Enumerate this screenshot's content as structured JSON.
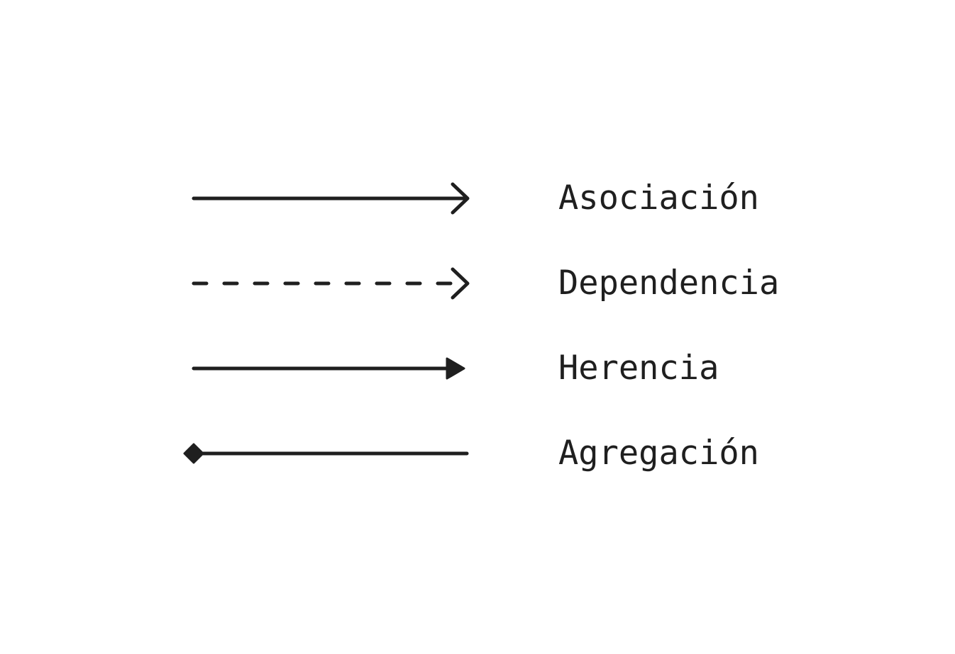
{
  "legend": {
    "items": [
      {
        "label": "Asociación",
        "line": "solid",
        "end": "open-arrow"
      },
      {
        "label": "Dependencia",
        "line": "dashed",
        "end": "open-arrow"
      },
      {
        "label": "Herencia",
        "line": "solid",
        "end": "filled-triangle"
      },
      {
        "label": "Agregación",
        "line": "solid",
        "start": "filled-diamond"
      }
    ]
  },
  "colors": {
    "ink": "#1f1f1f",
    "background": "#ffffff"
  }
}
